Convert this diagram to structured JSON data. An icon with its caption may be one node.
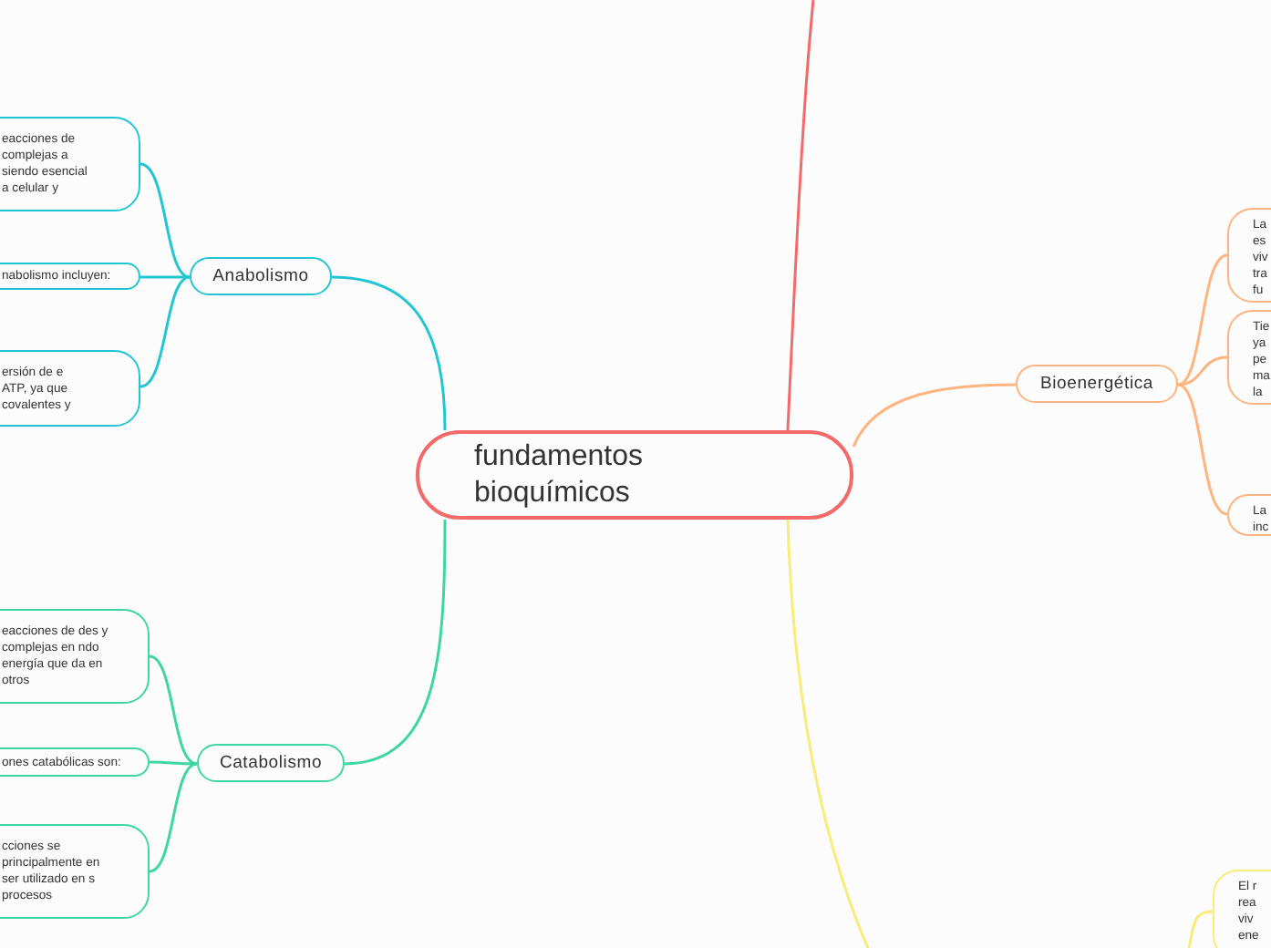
{
  "diagram": {
    "nodes": [
      {
        "text": [
          "fundamentos bioquímicos"
        ]
      },
      {
        "text": [
          "Anabolismo"
        ]
      },
      {
        "text": [
          "eacciones de complejas a siendo esencial a celular y"
        ]
      },
      {
        "text": [
          "nabolismo incluyen:"
        ]
      },
      {
        "text": [
          "ersión de e ATP, ya que covalentes y"
        ]
      },
      {
        "text": [
          "Catabolismo"
        ]
      },
      {
        "text": [
          "eacciones de des y complejas en ndo energía que da en otros"
        ]
      },
      {
        "text": [
          "ones catabólicas son:"
        ]
      },
      {
        "text": [
          "cciones se principalmente en ser utilizado en s procesos"
        ]
      },
      {
        "text": [
          "Bioenergética"
        ]
      },
      {
        "text": [
          "La es viv tra fu"
        ]
      },
      {
        "text": [
          "Tie ya pe ma la"
        ]
      },
      {
        "text": [
          "La inc"
        ]
      },
      {
        "text": [
          "El r rea viv ene"
        ]
      }
    ],
    "edges": [
      {
        "from": 0,
        "to": 1,
        "arrow": "none",
        "color": "#22c6d3"
      },
      {
        "from": 1,
        "to": 2,
        "arrow": "none",
        "color": "#22c6d3"
      },
      {
        "from": 1,
        "to": 3,
        "arrow": "none",
        "color": "#22c6d3"
      },
      {
        "from": 1,
        "to": 4,
        "arrow": "none",
        "color": "#22c6d3"
      },
      {
        "from": 0,
        "to": 5,
        "arrow": "none",
        "color": "#3ed6a2"
      },
      {
        "from": 5,
        "to": 6,
        "arrow": "none",
        "color": "#3ed6a2"
      },
      {
        "from": 5,
        "to": 7,
        "arrow": "none",
        "color": "#3ed6a2"
      },
      {
        "from": 5,
        "to": 8,
        "arrow": "none",
        "color": "#3ed6a2"
      },
      {
        "from": 0,
        "to": 9,
        "arrow": "none",
        "color": "#ffb47f"
      },
      {
        "from": 9,
        "to": 10,
        "arrow": "none",
        "color": "#ffb47f"
      },
      {
        "from": 9,
        "to": 11,
        "arrow": "none",
        "color": "#ffb47f"
      },
      {
        "from": 9,
        "to": 12,
        "arrow": "none",
        "color": "#ffb47f"
      },
      {
        "from": 0,
        "to": null,
        "arrow": "none",
        "color": "#f46a6a"
      },
      {
        "from": 0,
        "to": null,
        "arrow": "none",
        "color": "#f8ec7a"
      },
      {
        "from": null,
        "to": 13,
        "arrow": "none",
        "color": "#f8ec7a"
      }
    ]
  }
}
